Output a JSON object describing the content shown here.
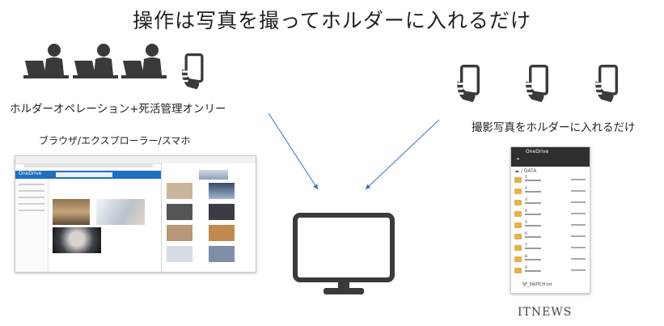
{
  "title": "操作は写真を撮ってホルダーに入れるだけ",
  "left_caption": "ホルダーオペレーション+死活管理オンリー",
  "right_caption": "撮影写真をホルダーに入れるだけ",
  "screenshot_caption": "ブラウザ/エクスプローラー/スマホ",
  "brand": "ITNEWS",
  "browser_screenshot": {
    "app_name": "OneDrive"
  },
  "phone_screenshot": {
    "app_name": "OneDrive",
    "breadcrumb_root": "☁",
    "breadcrumb_folder": "DATA",
    "items": [
      "1",
      "2",
      "3",
      "4",
      "5",
      "6",
      "7",
      "8",
      "9"
    ],
    "last_item": "SF_SWITCH.txt"
  },
  "icons": {
    "operators": [
      "person-at-laptop-icon",
      "person-at-laptop-icon",
      "person-at-laptop-icon",
      "hand-holding-smartphone-icon"
    ],
    "right_phones": [
      "hand-holding-smartphone-icon",
      "hand-holding-smartphone-icon",
      "hand-holding-smartphone-icon"
    ],
    "center": "monitor-icon"
  },
  "colors": {
    "icon": "#3a3a3a",
    "arrow": "#3a6ec8",
    "onedrive_blue": "#1f6fbf",
    "folder": "#e8b04a"
  }
}
